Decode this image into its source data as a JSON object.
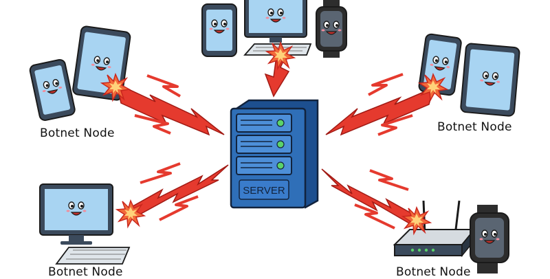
{
  "labels": {
    "top_left": "Botnet Node",
    "top_right": "Botnet Node",
    "bottom_left": "Botnet Node",
    "bottom_right": "Botnet Node"
  },
  "server": {
    "label": "SERVER"
  },
  "colors": {
    "device_screen": "#a8d4f2",
    "device_body": "#3b4a5c",
    "server_body": "#2f6fb8",
    "attack_arrow": "#e53a2e",
    "led": "#5bd36a"
  },
  "icons": [
    "smartphone-icon",
    "tablet-icon",
    "monitor-icon",
    "keyboard-icon",
    "smartwatch-icon",
    "router-icon",
    "server-icon",
    "lightning-arrow-icon",
    "explosion-icon"
  ]
}
